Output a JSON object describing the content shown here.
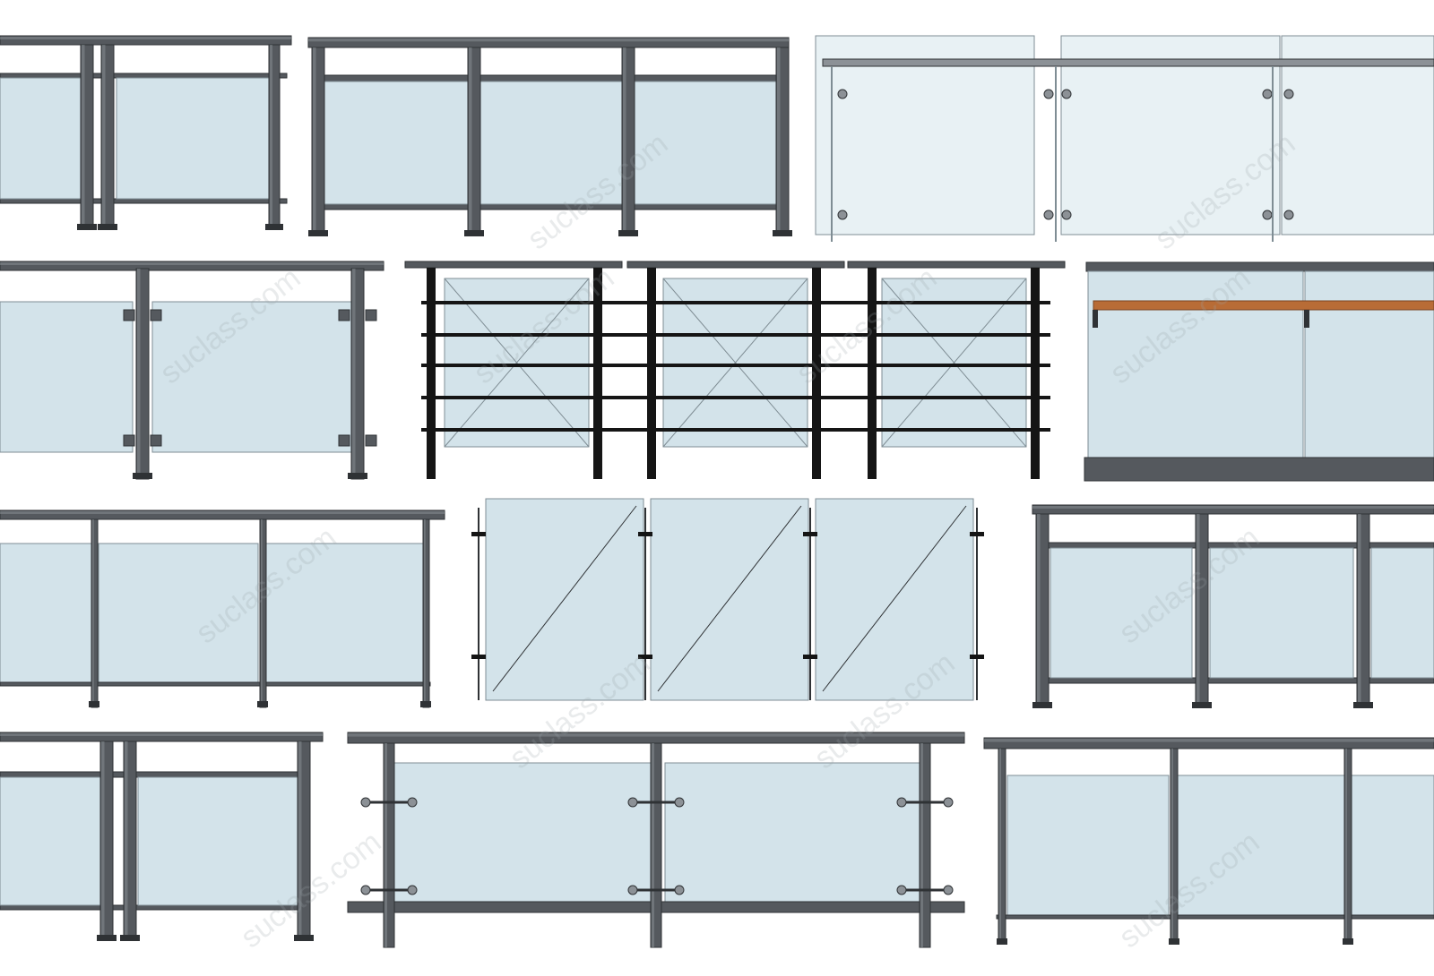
{
  "sheet": {
    "background": "#ffffff",
    "watermark_text": "suclass.com",
    "panels": [
      {
        "style": "double-post-frame-panel"
      },
      {
        "style": "square-post-frame-panel"
      },
      {
        "style": "frameless-glass-standoff"
      },
      {
        "style": "round-post-clamp-panel"
      },
      {
        "style": "bar-rail-cross-braced"
      },
      {
        "style": "glass-wall-wood-handrail"
      },
      {
        "style": "thin-post-glass-infill"
      },
      {
        "style": "frameless-diagonal-glass"
      },
      {
        "style": "square-post-frame-panel"
      },
      {
        "style": "double-post-frame-panel"
      },
      {
        "style": "standoff-glass-round-post"
      },
      {
        "style": "thin-post-glass-infill"
      }
    ]
  },
  "colors": {
    "metal": "#55595e",
    "metal_dark": "#2f3235",
    "metal_light": "#8c9196",
    "glass": "#d3e3ea",
    "glass_edge": "#7f8d94",
    "glass_clear": "#e8f1f4",
    "wood": "#b86c36",
    "black": "#151515"
  }
}
